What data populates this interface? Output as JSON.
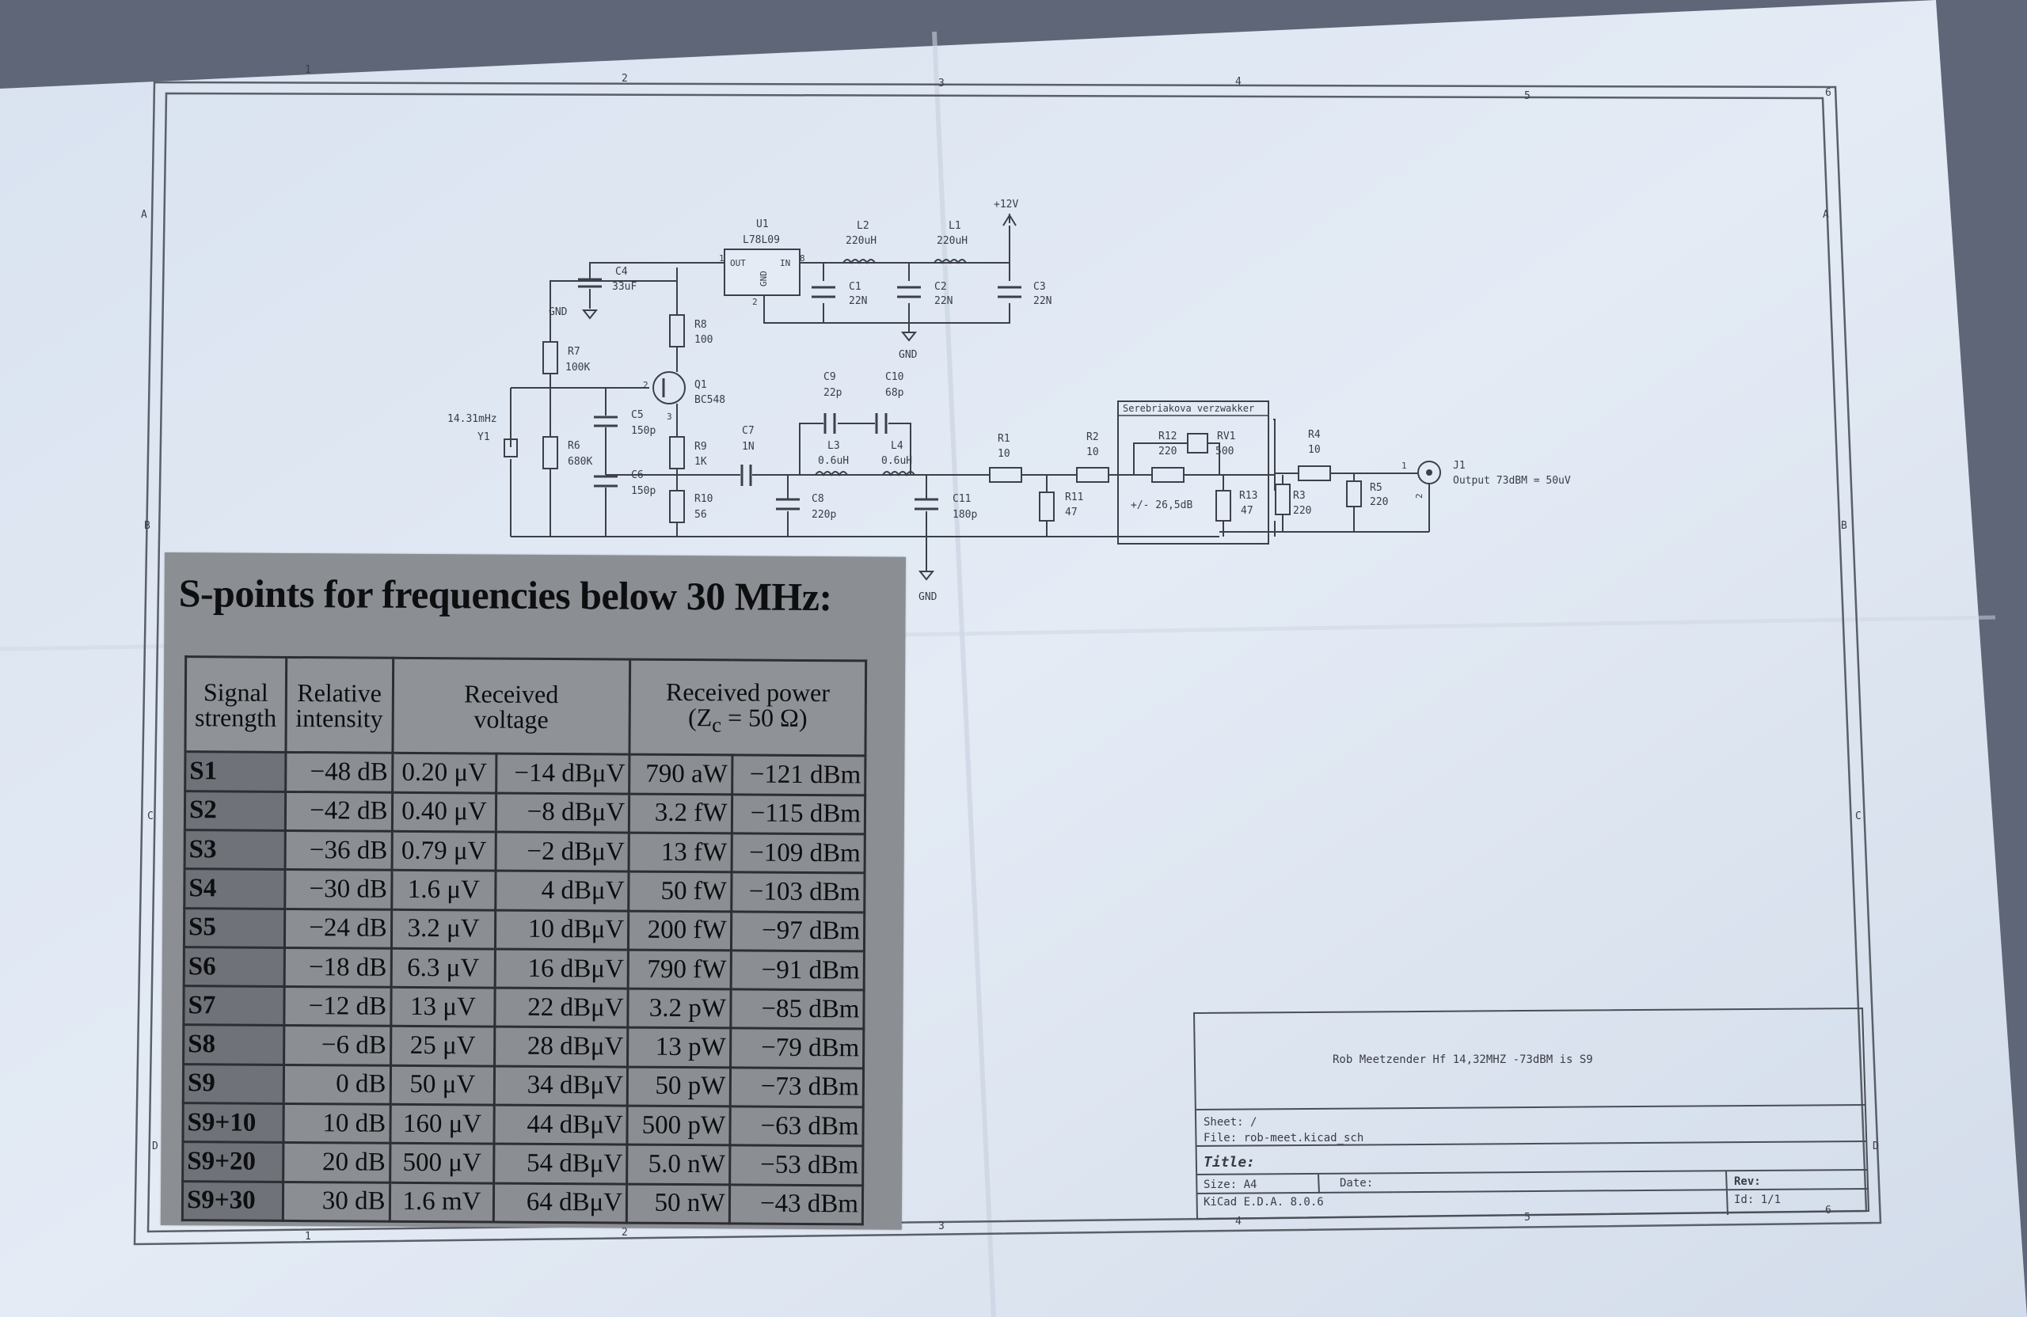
{
  "schematic": {
    "frame_columns": [
      "1",
      "2",
      "3",
      "4",
      "5",
      "6"
    ],
    "frame_rows": [
      "A",
      "B",
      "C",
      "D"
    ],
    "components": {
      "U1": {
        "ref": "U1",
        "value": "L78L09",
        "pins": [
          "OUT",
          "IN",
          "GND"
        ],
        "pin_numbers": [
          "1",
          "8",
          "2"
        ]
      },
      "L2": {
        "ref": "L2",
        "value": "220uH"
      },
      "L1": {
        "ref": "L1",
        "value": "220uH"
      },
      "C4": {
        "ref": "C4",
        "value": "33uF"
      },
      "C1": {
        "ref": "C1",
        "value": "22N"
      },
      "C2": {
        "ref": "C2",
        "value": "22N"
      },
      "C3": {
        "ref": "C3",
        "value": "22N"
      },
      "R8": {
        "ref": "R8",
        "value": "100"
      },
      "R7": {
        "ref": "R7",
        "value": "100K"
      },
      "Q1": {
        "ref": "Q1",
        "value": "BC548",
        "pins": [
          "2",
          "3"
        ]
      },
      "C9": {
        "ref": "C9",
        "value": "22p"
      },
      "C10": {
        "ref": "C10",
        "value": "68p"
      },
      "C5": {
        "ref": "C5",
        "value": "150p"
      },
      "Y1": {
        "ref": "Y1",
        "value": "14.31mHz"
      },
      "R6": {
        "ref": "R6",
        "value": "680K"
      },
      "R9": {
        "ref": "R9",
        "value": "1K"
      },
      "C7": {
        "ref": "C7",
        "value": "1N"
      },
      "L3": {
        "ref": "L3",
        "value": "0.6uH"
      },
      "L4": {
        "ref": "L4",
        "value": "0.6uH"
      },
      "C6": {
        "ref": "C6",
        "value": "150p"
      },
      "R10": {
        "ref": "R10",
        "value": "56"
      },
      "C8": {
        "ref": "C8",
        "value": "220p"
      },
      "C11": {
        "ref": "C11",
        "value": "180p"
      },
      "R1": {
        "ref": "R1",
        "value": "10"
      },
      "R2": {
        "ref": "R2",
        "value": "10"
      },
      "R11": {
        "ref": "R11",
        "value": "47"
      },
      "R12": {
        "ref": "R12",
        "value": "220"
      },
      "RV1": {
        "ref": "RV1",
        "value": "500"
      },
      "R13": {
        "ref": "R13",
        "value": "47"
      },
      "R4": {
        "ref": "R4",
        "value": "10"
      },
      "R3": {
        "ref": "R3",
        "value": "220"
      },
      "R5": {
        "ref": "R5",
        "value": "220"
      },
      "J1": {
        "ref": "J1",
        "value": "Output 73dBM = 50uV",
        "pins": [
          "1",
          "2"
        ]
      }
    },
    "net_labels": {
      "vcc": "+12V",
      "gnd": "GND"
    },
    "attenuator_box": {
      "title": "Serebriakova verzwakker",
      "note": "+/- 26,5dB"
    }
  },
  "title_block": {
    "comment": "Rob Meetzender Hf  14,32MHZ -73dBM is S9",
    "sheet": "Sheet: /",
    "file": "File: rob-meet.kicad_sch",
    "title_label": "Title:",
    "size": "Size: A4",
    "date": "Date:",
    "rev": "Rev:",
    "tool": "KiCad E.D.A. 8.0.6",
    "id": "Id: 1/1"
  },
  "spoints": {
    "title": "S-points for frequencies below 30 MHz:",
    "headers": {
      "signal_strength": [
        "Signal",
        "strength"
      ],
      "relative_intensity": [
        "Relative",
        "intensity"
      ],
      "received_voltage": [
        "Received",
        "voltage"
      ],
      "received_power": [
        "Received power",
        "(Z",
        "c",
        " = 50 Ω)"
      ]
    },
    "rows": [
      [
        "S1",
        "−48 dB",
        "0.20 μV",
        "−14 dBμV",
        "790 aW",
        "−121 dBm"
      ],
      [
        "S2",
        "−42 dB",
        "0.40 μV",
        "−8 dBμV",
        "3.2 fW",
        "−115 dBm"
      ],
      [
        "S3",
        "−36 dB",
        "0.79 μV",
        "−2 dBμV",
        "13 fW",
        "−109 dBm"
      ],
      [
        "S4",
        "−30 dB",
        "1.6 μV",
        "4 dBμV",
        "50 fW",
        "−103 dBm"
      ],
      [
        "S5",
        "−24 dB",
        "3.2 μV",
        "10 dBμV",
        "200 fW",
        "−97 dBm"
      ],
      [
        "S6",
        "−18 dB",
        "6.3 μV",
        "16 dBμV",
        "790 fW",
        "−91 dBm"
      ],
      [
        "S7",
        "−12 dB",
        "13 μV",
        "22 dBμV",
        "3.2 pW",
        "−85 dBm"
      ],
      [
        "S8",
        "−6 dB",
        "25 μV",
        "28 dBμV",
        "13 pW",
        "−79 dBm"
      ],
      [
        "S9",
        "0 dB",
        "50 μV",
        "34 dBμV",
        "50 pW",
        "−73 dBm"
      ],
      [
        "S9+10",
        "10 dB",
        "160 μV",
        "44 dBμV",
        "500 pW",
        "−63 dBm"
      ],
      [
        "S9+20",
        "20 dB",
        "500 μV",
        "54 dBμV",
        "5.0 nW",
        "−53 dBm"
      ],
      [
        "S9+30",
        "30 dB",
        "1.6 mV",
        "64 dBμV",
        "50 nW",
        "−43 dBm"
      ]
    ]
  }
}
